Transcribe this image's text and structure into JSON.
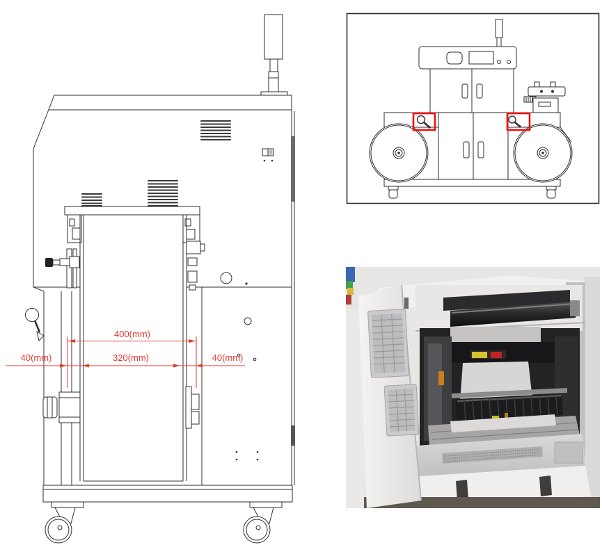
{
  "page": {
    "background": "#ffffff"
  },
  "side_view": {
    "dimension_color": "#e03a2e",
    "dim_total": "400(mm)",
    "dim_inner": "320(mm)",
    "dim_left": "40(mm)",
    "dim_right": "40(mm)"
  },
  "front_view": {
    "highlight_color": "#ee1111",
    "icons": {
      "left": "magnifier-icon",
      "right": "magnifier-icon"
    }
  }
}
